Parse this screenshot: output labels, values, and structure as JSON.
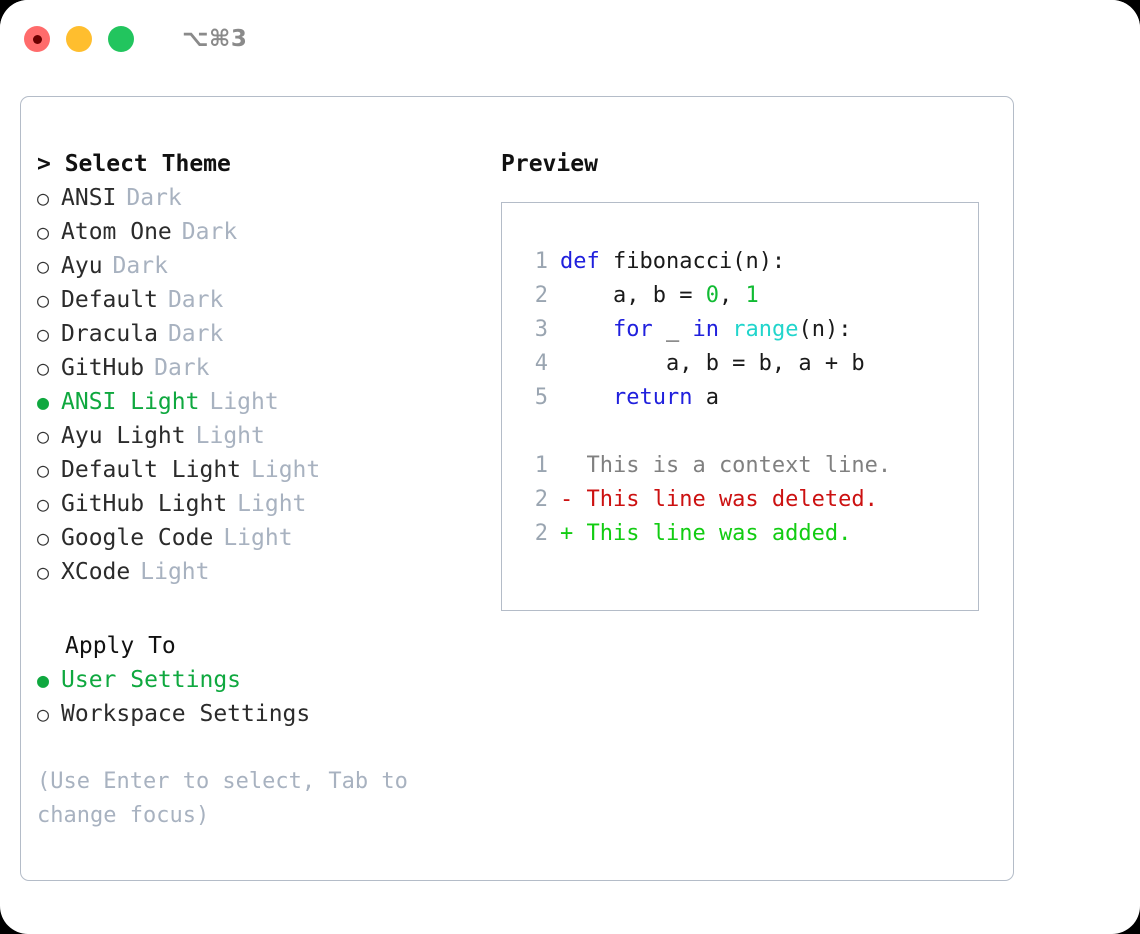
{
  "window": {
    "shortcut_label": "⌥⌘3",
    "traffic_lights": [
      {
        "name": "close",
        "color": "#ff6b6b"
      },
      {
        "name": "minimize",
        "color": "#ffbe2e"
      },
      {
        "name": "maximize",
        "color": "#22c55e"
      }
    ]
  },
  "theme_panel": {
    "title": "> Select Theme",
    "bullet_unselected": "○",
    "bullet_selected": "●",
    "items": [
      {
        "label": "ANSI",
        "suffix": "Dark",
        "selected": false
      },
      {
        "label": "Atom One",
        "suffix": "Dark",
        "selected": false
      },
      {
        "label": "Ayu",
        "suffix": "Dark",
        "selected": false
      },
      {
        "label": "Default",
        "suffix": "Dark",
        "selected": false
      },
      {
        "label": "Dracula",
        "suffix": "Dark",
        "selected": false
      },
      {
        "label": "GitHub",
        "suffix": "Dark",
        "selected": false
      },
      {
        "label": "ANSI Light",
        "suffix": "Light",
        "selected": true
      },
      {
        "label": "Ayu Light",
        "suffix": "Light",
        "selected": false
      },
      {
        "label": "Default Light",
        "suffix": "Light",
        "selected": false
      },
      {
        "label": "GitHub Light",
        "suffix": "Light",
        "selected": false
      },
      {
        "label": "Google Code",
        "suffix": "Light",
        "selected": false
      },
      {
        "label": "XCode",
        "suffix": "Light",
        "selected": false
      }
    ]
  },
  "apply_to": {
    "heading": "Apply To",
    "options": [
      {
        "label": "User Settings",
        "selected": true
      },
      {
        "label": "Workspace Settings",
        "selected": false
      }
    ]
  },
  "hint": "(Use Enter to select, Tab to change focus)",
  "preview": {
    "title": "Preview",
    "code_lines": [
      {
        "number": "1",
        "tokens": [
          {
            "text": "def",
            "kind": "kw"
          },
          {
            "text": " fibonacci(n):",
            "kind": "plain"
          }
        ]
      },
      {
        "number": "2",
        "tokens": [
          {
            "text": "    a, b = ",
            "kind": "plain"
          },
          {
            "text": "0",
            "kind": "num"
          },
          {
            "text": ", ",
            "kind": "plain"
          },
          {
            "text": "1",
            "kind": "num"
          }
        ]
      },
      {
        "number": "3",
        "tokens": [
          {
            "text": "    ",
            "kind": "plain"
          },
          {
            "text": "for",
            "kind": "kw"
          },
          {
            "text": " _ ",
            "kind": "plain"
          },
          {
            "text": "in",
            "kind": "kw"
          },
          {
            "text": " ",
            "kind": "plain"
          },
          {
            "text": "range",
            "kind": "fn"
          },
          {
            "text": "(n):",
            "kind": "plain"
          }
        ]
      },
      {
        "number": "4",
        "tokens": [
          {
            "text": "        a, b = b, a + b",
            "kind": "plain"
          }
        ]
      },
      {
        "number": "5",
        "tokens": [
          {
            "text": "    ",
            "kind": "plain"
          },
          {
            "text": "return",
            "kind": "kw"
          },
          {
            "text": " a",
            "kind": "plain"
          }
        ]
      }
    ],
    "diff_lines": [
      {
        "number": "1",
        "marker": "  ",
        "text": "This is a context line.",
        "kind": "ctx"
      },
      {
        "number": "2",
        "marker": "- ",
        "text": "This line was deleted.",
        "kind": "del"
      },
      {
        "number": "2",
        "marker": "+ ",
        "text": "This line was added.",
        "kind": "add"
      }
    ]
  },
  "colors": {
    "accent_green": "#0fa83f",
    "muted": "#a8b2c0",
    "keyword_blue": "#2020dd",
    "function_cyan": "#22d5cc",
    "number_green": "#11bb33",
    "diff_delete": "#cc1111",
    "diff_add": "#12cc12",
    "border": "#b4bcc8"
  }
}
